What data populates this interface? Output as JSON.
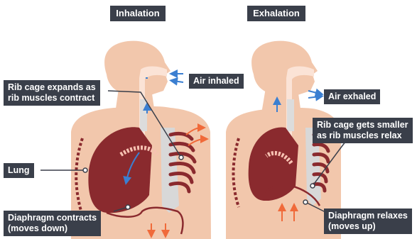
{
  "headings": {
    "inhalation": "Inhalation",
    "exhalation": "Exhalation"
  },
  "labels": {
    "rib_expand_line1": "Rib cage expands as",
    "rib_expand_line2": "rib muscles contract",
    "air_inhaled": "Air inhaled",
    "lung": "Lung",
    "diaphragm_contracts_line1": "Diaphragm contracts",
    "diaphragm_contracts_line2": "(moves down)",
    "air_exhaled": "Air exhaled",
    "rib_smaller_line1": "Rib cage gets smaller",
    "rib_smaller_line2": "as rib muscles relax",
    "diaphragm_relaxes_line1": "Diaphragm relaxes",
    "diaphragm_relaxes_line2": "(moves up)"
  },
  "colors": {
    "skin": "#f2c7ac",
    "lung": "#8a2a2e",
    "rib": "#8a2a2e",
    "label_bg": "#3a3f4a",
    "air_arrow": "#3b7fd1",
    "muscle_arrow": "#f06a3a"
  }
}
